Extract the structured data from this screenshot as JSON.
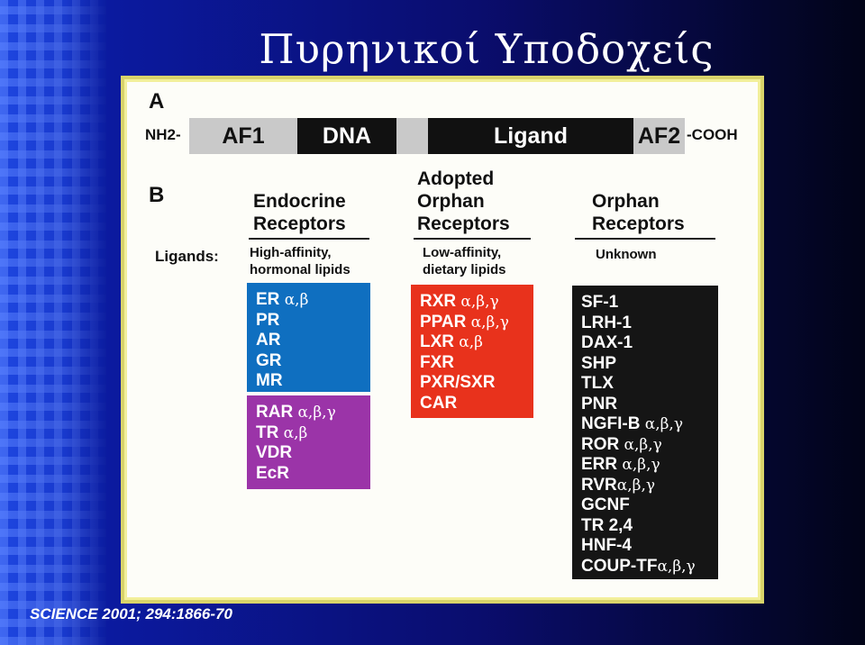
{
  "slide": {
    "title": "Πυρηνικοί Υποδοχείς",
    "citation": "SCIENCE 2001; 294:1866-70"
  },
  "figure": {
    "panel_a": "A",
    "panel_b": "B",
    "nh2_label": "NH2-",
    "cooh_label": "-COOH",
    "domains": [
      "AF1",
      "DNA",
      "",
      "Ligand",
      "AF2"
    ],
    "ligands_label": "Ligands:",
    "columns": [
      {
        "heading": [
          "Endocrine",
          "Receptors"
        ],
        "ligands": [
          "High-affinity,",
          "hormonal lipids"
        ],
        "boxes": [
          {
            "color": "#0f6fc0",
            "items": [
              {
                "name": "ER",
                "greek": "α,β"
              },
              {
                "name": "PR",
                "greek": ""
              },
              {
                "name": "AR",
                "greek": ""
              },
              {
                "name": "GR",
                "greek": ""
              },
              {
                "name": "MR",
                "greek": ""
              }
            ]
          },
          {
            "color": "#9b34a8",
            "items": [
              {
                "name": "RAR",
                "greek": "α,β,γ"
              },
              {
                "name": "TR",
                "greek": "α,β"
              },
              {
                "name": "VDR",
                "greek": ""
              },
              {
                "name": "EcR",
                "greek": ""
              }
            ]
          }
        ]
      },
      {
        "heading": [
          "Adopted",
          "Orphan",
          "Receptors"
        ],
        "ligands": [
          "Low-affinity,",
          "dietary lipids"
        ],
        "boxes": [
          {
            "color": "#e8321c",
            "items": [
              {
                "name": "RXR",
                "greek": "α,β,γ"
              },
              {
                "name": "PPAR",
                "greek": "α,β,γ"
              },
              {
                "name": "LXR",
                "greek": "α,β"
              },
              {
                "name": "FXR",
                "greek": ""
              },
              {
                "name": "PXR/SXR",
                "greek": ""
              },
              {
                "name": "CAR",
                "greek": ""
              }
            ]
          }
        ]
      },
      {
        "heading": [
          "Orphan",
          "Receptors"
        ],
        "ligands": [
          "Unknown"
        ],
        "boxes": [
          {
            "color": "#151515",
            "items": [
              {
                "name": "SF-1",
                "greek": ""
              },
              {
                "name": "LRH-1",
                "greek": ""
              },
              {
                "name": "DAX-1",
                "greek": ""
              },
              {
                "name": "SHP",
                "greek": ""
              },
              {
                "name": "TLX",
                "greek": ""
              },
              {
                "name": "PNR",
                "greek": ""
              },
              {
                "name": "NGFI-B",
                "greek": "α,β,γ"
              },
              {
                "name": "ROR",
                "greek": "α,β,γ"
              },
              {
                "name": "ERR",
                "greek": "α,β,γ"
              },
              {
                "name": "RVR",
                "greek": "α,β,γ"
              },
              {
                "name": "GCNF",
                "greek": ""
              },
              {
                "name": "TR 2,4",
                "greek": ""
              },
              {
                "name": "HNF-4",
                "greek": ""
              },
              {
                "name": "COUP-TF",
                "greek": "α,β,γ"
              }
            ]
          }
        ]
      }
    ]
  }
}
